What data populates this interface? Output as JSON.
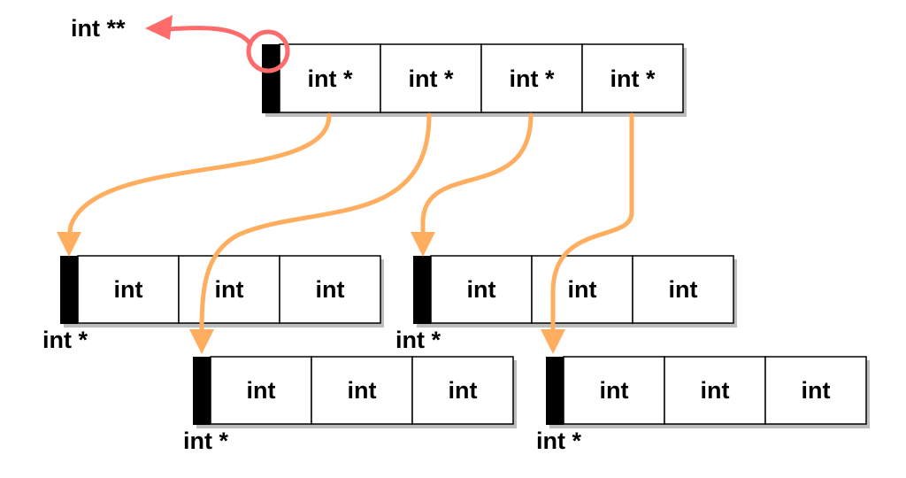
{
  "pointer_label": "int **",
  "top_array": {
    "cells": [
      "int *",
      "int *",
      "int *",
      "int *"
    ]
  },
  "sub_arrays": [
    {
      "cells": [
        "int",
        "int",
        "int"
      ],
      "label": "int *"
    },
    {
      "cells": [
        "int",
        "int",
        "int"
      ],
      "label": "int *"
    },
    {
      "cells": [
        "int",
        "int",
        "int"
      ],
      "label": "int *"
    },
    {
      "cells": [
        "int",
        "int",
        "int"
      ],
      "label": "int *"
    }
  ],
  "colors": {
    "arrow": "#FFAD5E",
    "highlight": "#FF6B6B"
  }
}
